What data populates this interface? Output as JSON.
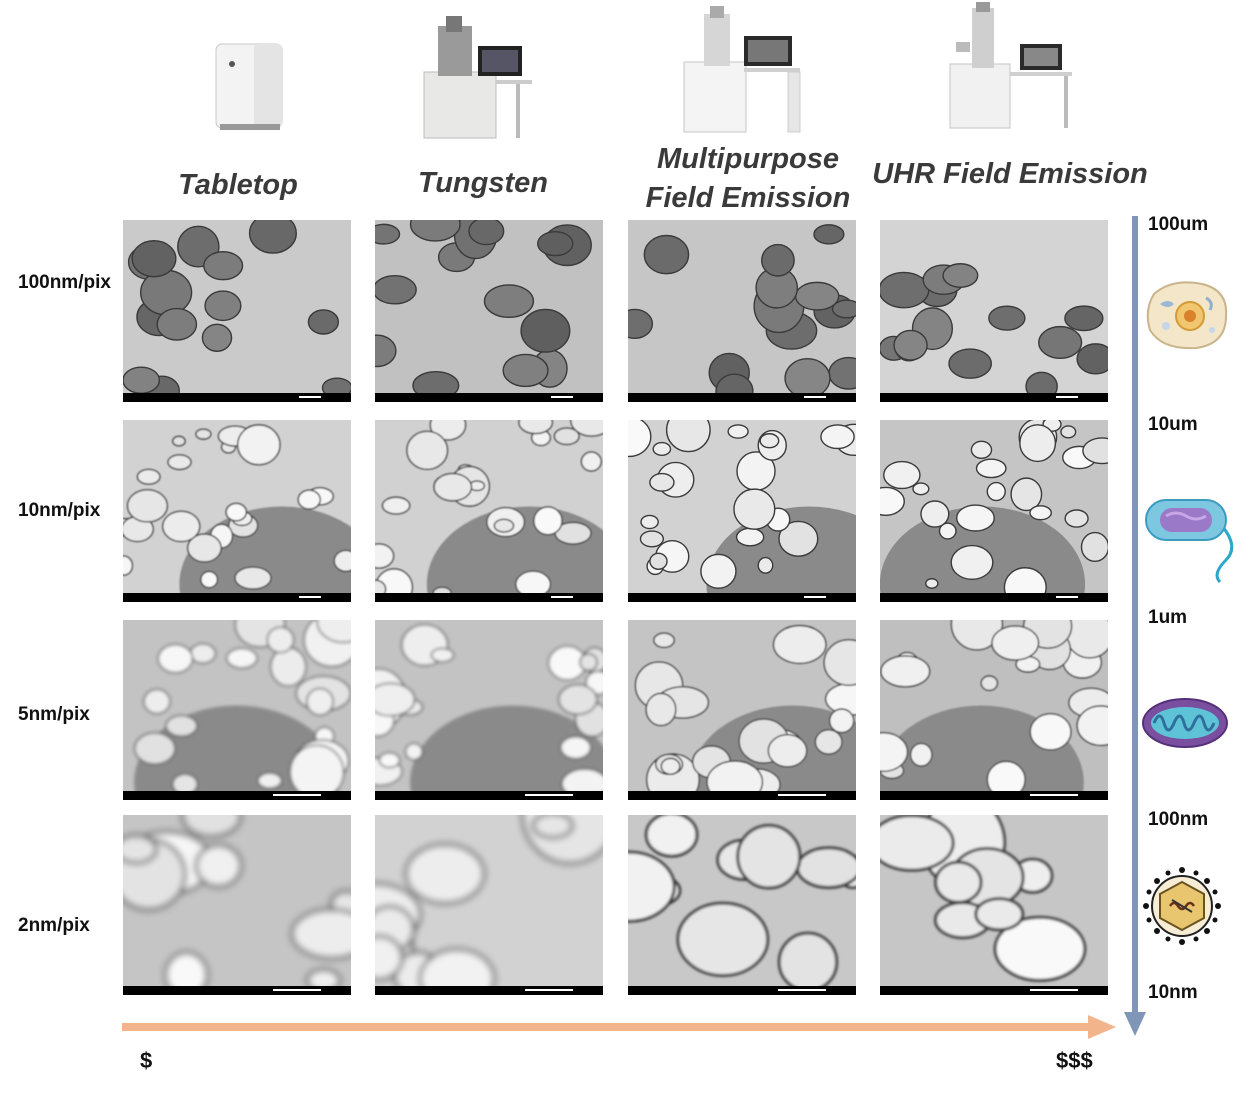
{
  "columns": [
    {
      "id": "tabletop",
      "title": "Tabletop"
    },
    {
      "id": "tungsten",
      "title": "Tungsten"
    },
    {
      "id": "multipurpose",
      "title_line1": "Multipurpose",
      "title_line2": "Field Emission"
    },
    {
      "id": "uhr",
      "title": "UHR Field Emission"
    }
  ],
  "rows": [
    {
      "label": "100nm/pix"
    },
    {
      "label": "10nm/pix"
    },
    {
      "label": "5nm/pix"
    },
    {
      "label": "2nm/pix"
    }
  ],
  "scale_axis": {
    "labels": [
      "100um",
      "10um",
      "1um",
      "100nm",
      "10nm"
    ],
    "icons": [
      "cell-icon",
      "bacterium-icon",
      "mitochondrion-icon",
      "virus-icon"
    ],
    "color": "#8096b8"
  },
  "cost_axis": {
    "low": "$",
    "high": "$$$",
    "color": "#f2b48a"
  }
}
